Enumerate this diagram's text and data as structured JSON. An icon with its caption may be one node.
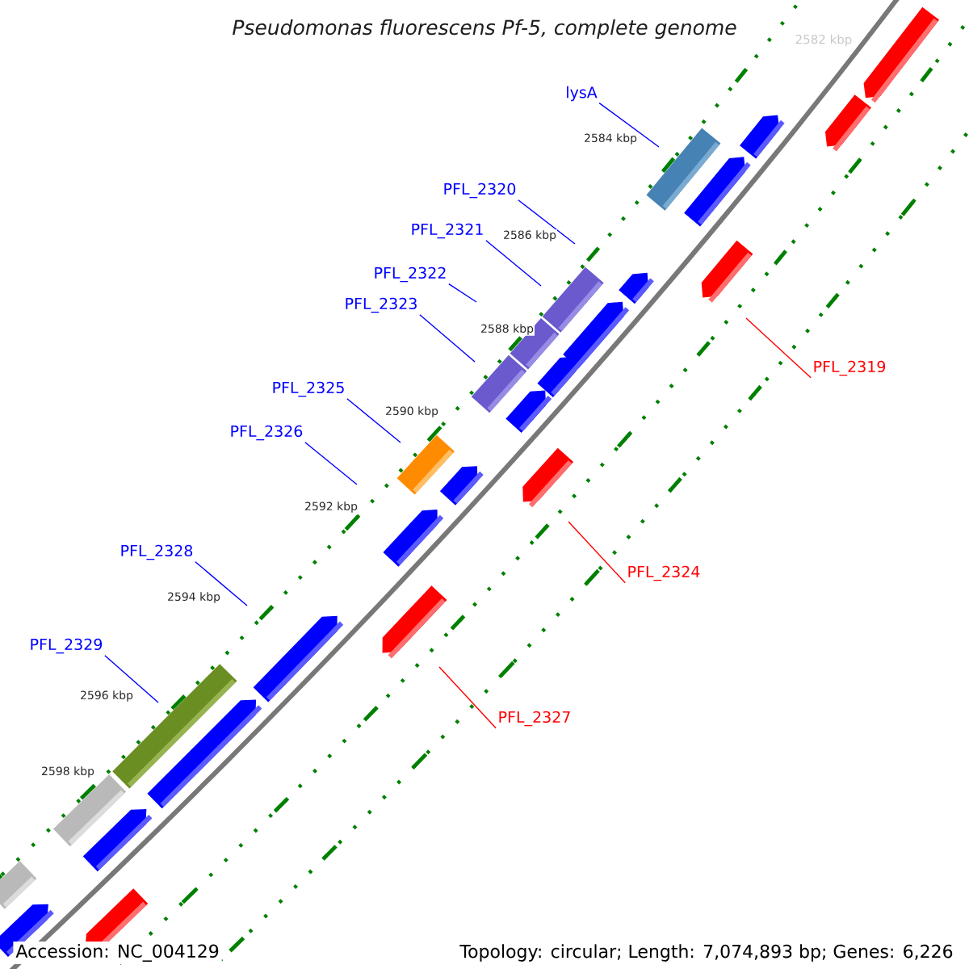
{
  "diagram": {
    "title": "Pseudomonas fluorescens Pf-5, complete genome",
    "nodes": [
      {
        "text": [
          "lysA"
        ]
      },
      {
        "text": [
          "PFL_2320"
        ]
      },
      {
        "text": [
          "PFL_2321"
        ]
      },
      {
        "text": [
          "PFL_2322"
        ]
      },
      {
        "text": [
          "PFL_2323"
        ]
      },
      {
        "text": [
          "PFL_2319"
        ]
      },
      {
        "text": [
          "PFL_2325"
        ]
      },
      {
        "text": [
          "PFL_2326"
        ]
      },
      {
        "text": [
          "PFL_2328"
        ]
      },
      {
        "text": [
          "PFL_2324"
        ]
      },
      {
        "text": [
          "PFL_2329"
        ]
      },
      {
        "text": [
          "PFL_2327"
        ]
      }
    ],
    "edges": [
      {
        "from": 0,
        "to": null,
        "arrow": "none"
      },
      {
        "from": 1,
        "to": null,
        "arrow": "none"
      },
      {
        "from": 2,
        "to": null,
        "arrow": "none"
      },
      {
        "from": 3,
        "to": null,
        "arrow": "none"
      },
      {
        "from": 4,
        "to": null,
        "arrow": "none"
      },
      {
        "from": 5,
        "to": null,
        "arrow": "none",
        "color": "#ff0000"
      },
      {
        "from": 6,
        "to": null,
        "arrow": "none"
      },
      {
        "from": 7,
        "to": null,
        "arrow": "none"
      },
      {
        "from": 8,
        "to": null,
        "arrow": "none"
      },
      {
        "from": 9,
        "to": null,
        "arrow": "none",
        "color": "#ff0000"
      },
      {
        "from": 10,
        "to": null,
        "arrow": "none"
      },
      {
        "from": 11,
        "to": null,
        "arrow": "none",
        "color": "#ff0000"
      }
    ],
    "labels": [
      "2582 kbp",
      "2584 kbp",
      "2586 kbp",
      "2588 kbp",
      "2590 kbp",
      "2592 kbp",
      "2594 kbp",
      "2596 kbp",
      "2598 kbp",
      "Accession: NC_004129",
      "Topology: circular; Length: 7,074,893 bp; Genes: 6,226"
    ]
  }
}
